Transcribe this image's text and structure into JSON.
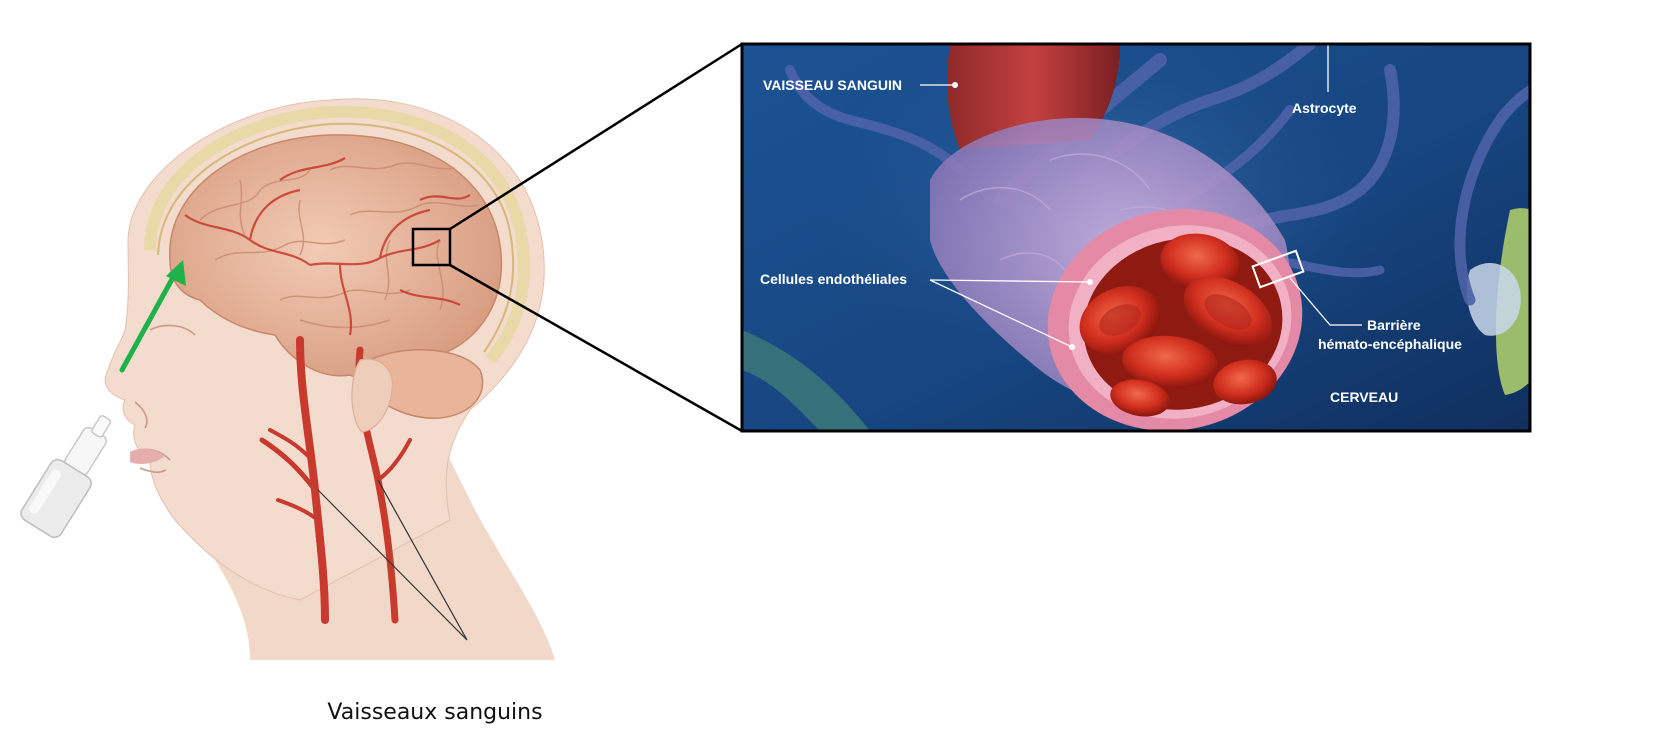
{
  "labels": {
    "vessel": "VAISSEAU SANGUIN",
    "astrocyte": "Astrocyte",
    "endothelial": "Cellules endothéliales",
    "barrier_line1": "Barrière",
    "barrier_line2": "hémato-encéphalique",
    "brain": "CERVEAU",
    "caption": "Vaisseaux sanguins"
  },
  "colors": {
    "arrow": "#1fb24a",
    "inset_border": "#000000",
    "inset_bg": "#153f7a",
    "artery": "#c8392e",
    "brain": "#e8b9a0",
    "skin": "#f3d9c8",
    "red_cell": "#d22f1f"
  },
  "icons": {
    "spray": "nasal-spray-icon"
  }
}
